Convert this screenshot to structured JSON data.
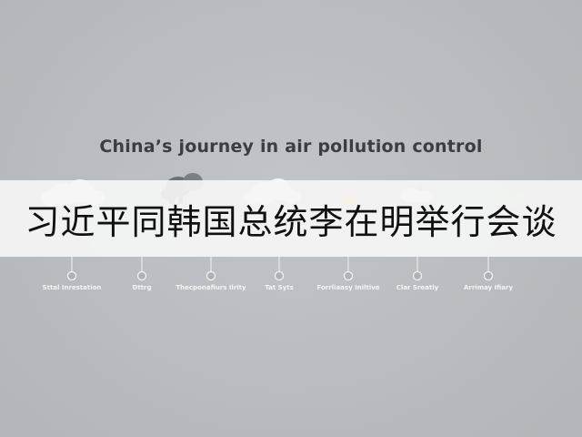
{
  "diagram": {
    "title": "China’s journey in air pollution control",
    "banner_caption": "习近平同韩国总统李在明举行会谈",
    "stages": [
      {
        "label": "Sttal Inrestation",
        "icon": "cloud-icon"
      },
      {
        "label": "Dttrg",
        "icon": "smoke-cloud-icon"
      },
      {
        "label": "Thecponafiurs Ilrity",
        "icon": "cloud-icon"
      },
      {
        "label": "Tat Syts",
        "icon": "cloud-icon"
      },
      {
        "label": "Forrliaasy Iniltive",
        "icon": "sun-icon"
      },
      {
        "label": "Clar Sreatly",
        "icon": "sun-cloud-icon"
      },
      {
        "label": "Arrimay Ifiary",
        "icon": "green-city-icon"
      }
    ],
    "colors": {
      "background": "#b9bcc0",
      "title_text": "#3a3d42",
      "node_line": "#ffffff",
      "banner": "#f5f5f5",
      "banner_text": "#111111"
    }
  }
}
